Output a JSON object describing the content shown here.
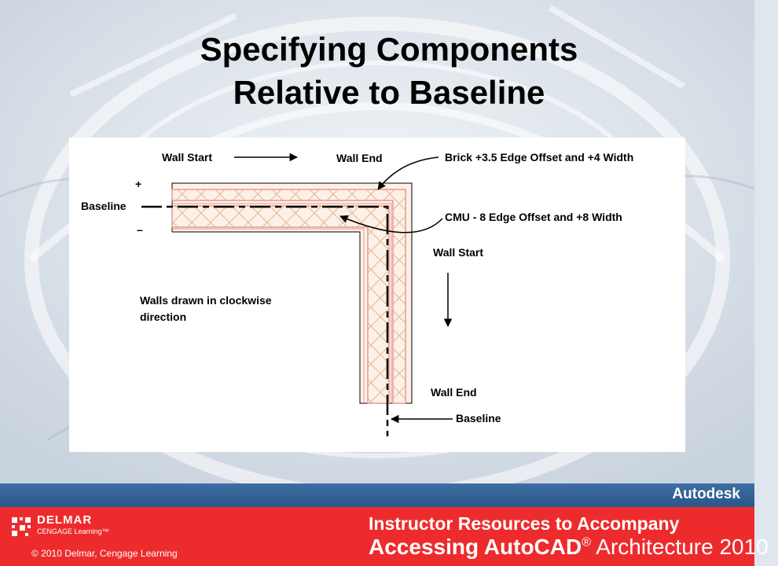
{
  "title": {
    "line1": "Specifying Components",
    "line2": "Relative to Baseline"
  },
  "diagram": {
    "wall_start_top": "Wall Start",
    "wall_end_top": "Wall End",
    "brick_note": "Brick +3.5 Edge Offset and +4 Width",
    "plus": "+",
    "baseline_left": "Baseline",
    "minus": "–",
    "cmu_note": "CMU - 8 Edge Offset and +8 Width",
    "wall_start_right": "Wall Start",
    "walls_note_line1": "Walls drawn in clockwise",
    "walls_note_line2": "direction",
    "wall_end_bottom": "Wall End",
    "baseline_bottom": "Baseline"
  },
  "footer": {
    "brand": "Autodesk",
    "publisher": "DELMAR",
    "publisher_sub": "CENGAGE Learning™",
    "copyright": "© 2010  Delmar, Cengage Learning",
    "book_line1": "Instructor Resources to Accompany",
    "book_line2_bold": "Accessing AutoCAD",
    "book_line2_reg": "®",
    "book_line2_rest": " Architecture 2010"
  }
}
